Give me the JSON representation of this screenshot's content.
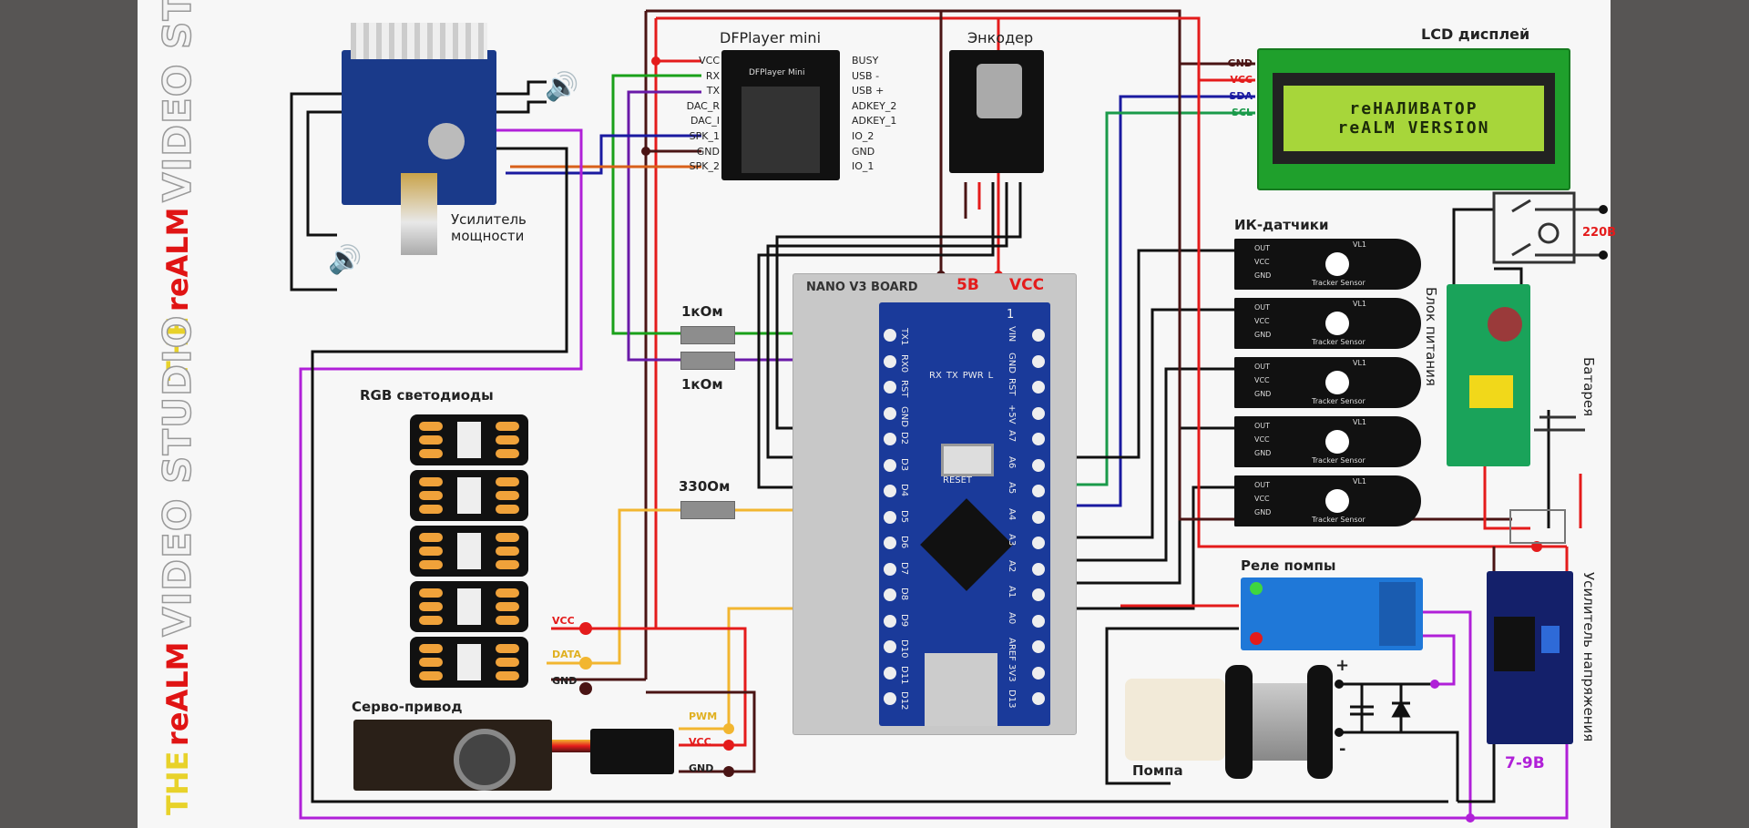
{
  "branding": {
    "logo_top": {
      "the": "THE",
      "realm": "reALM",
      "studio": "VIDEO  STUDIO"
    },
    "logo_bottom": {
      "the": "THE",
      "realm": "reALM",
      "studio": "VIDEO  STUDIO"
    }
  },
  "amplifier": {
    "title_line1": "Усилитель",
    "title_line2": "мощности"
  },
  "dfplayer": {
    "title": "DFPlayer mini",
    "chip_label": "DFPlayer Mini",
    "left_pins": [
      "VCC",
      "RX",
      "TX",
      "DAC_R",
      "DAC_I",
      "SPK_1",
      "GND",
      "SPK_2"
    ],
    "right_pins": [
      "BUSY",
      "USB -",
      "USB +",
      "ADKEY_2",
      "ADKEY_1",
      "IO_2",
      "GND",
      "IO_1"
    ]
  },
  "encoder": {
    "title": "Энкодер"
  },
  "lcd": {
    "title": "LCD дисплей",
    "pins": [
      "GND",
      "VCC",
      "SDA",
      "SCL"
    ],
    "line1": "reНАЛИВАТОР",
    "line2": "reALM VERSION"
  },
  "nano": {
    "title": "NANO V3 BOARD",
    "power_labels": [
      "5В",
      "VCC"
    ],
    "led_labels": [
      "RX",
      "TX",
      "PWR",
      "L"
    ],
    "reset_label": "RESET",
    "left_pins": [
      "TX1",
      "RX0",
      "RST",
      "GND",
      "D2",
      "D3",
      "D4",
      "D5",
      "D6",
      "D7",
      "D8",
      "D9",
      "D10",
      "D11",
      "D12"
    ],
    "right_pins": [
      "VIN",
      "GND",
      "RST",
      "+5V",
      "A7",
      "A6",
      "A5",
      "A4",
      "A3",
      "A2",
      "A1",
      "A0",
      "AREF",
      "3V3",
      "D13"
    ],
    "pin1_marker": "1"
  },
  "resistors": [
    {
      "label": "1кОм"
    },
    {
      "label": "1кОм"
    },
    {
      "label": "330Ом"
    }
  ],
  "rgb": {
    "title": "RGB светодиоды",
    "count": 5,
    "wire_labels": [
      "VCC",
      "DATA",
      "GND"
    ]
  },
  "servo": {
    "title": "Серво-привод",
    "wire_labels": [
      "PWM",
      "VCC",
      "GND"
    ]
  },
  "ir_sensors": {
    "title": "ИК-датчики",
    "count": 5,
    "pins": [
      "OUT",
      "VCC",
      "GND"
    ],
    "board_text": "Tracker  Sensor",
    "chip_text": "VL1"
  },
  "power_supply": {
    "title": "Блок питания",
    "mains_label": "220В"
  },
  "battery": {
    "title": "Батарея"
  },
  "relay": {
    "title": "Реле помпы"
  },
  "pump": {
    "title": "Помпа",
    "plus": "+",
    "minus": "-"
  },
  "booster": {
    "title": "Усилитель напряжения",
    "voltage": "7-9В"
  },
  "colors": {
    "vcc": "#e41b1b",
    "gnd": "#4a1414",
    "data": "#f2b630",
    "rx": "#1aa01a",
    "tx": "#6a1aa8",
    "sda": "#1a1aa0",
    "scl": "#1a9a4a",
    "signal": "#111111",
    "pump": "#b020d8"
  }
}
